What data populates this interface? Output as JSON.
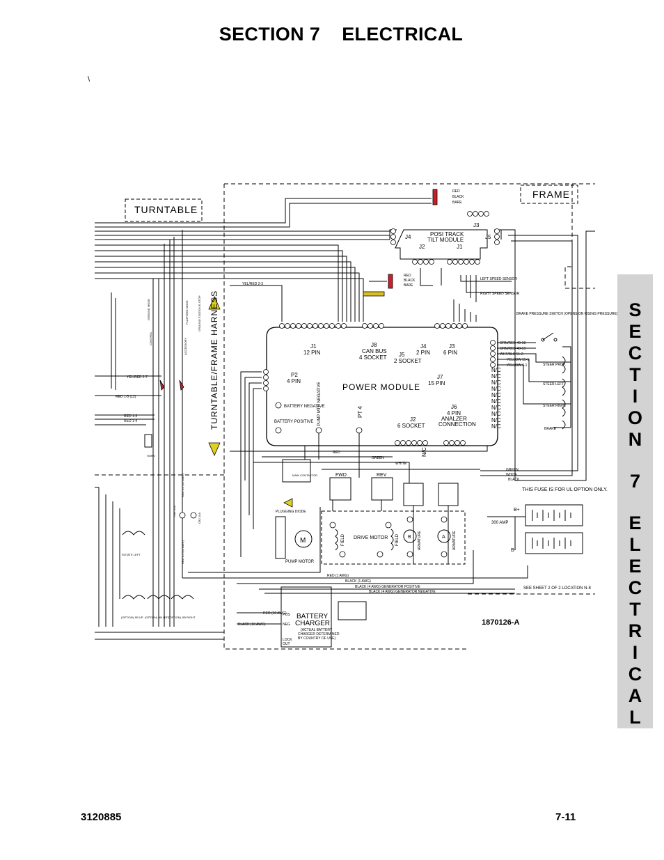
{
  "header": {
    "title": "SECTION 7    ELECTRICAL",
    "stray_mark": "\\"
  },
  "diagram": {
    "drawing_number": "1870126-A",
    "regions": {
      "turntable": "TURNTABLE",
      "frame": "FRAME",
      "harness": "TURNTABLE/FRAME HARNESS"
    },
    "power_module": {
      "title": "POWER MODULE",
      "j1": "J1",
      "j1_desc": "12 PIN",
      "j8": "J8",
      "j8_desc": "CAN BUS",
      "j8_desc2": "4 SOCKET",
      "j5": "J5",
      "j5_desc": "2 SOCKET",
      "j4": "J4",
      "j4_desc": "2 PIN",
      "j3": "J3",
      "j3_desc": "6 PIN",
      "p2": "P2",
      "p2_desc": "4 PIN",
      "j7": "J7",
      "j7_desc": "15 PIN",
      "j6": "J6",
      "j6_desc": "4 PIN",
      "j6_desc2": "ANALZER",
      "j6_desc3": "CONNECTION",
      "j2": "J2",
      "j2_desc": "6 SOCKET",
      "battery_negative": "BATTERY NEGATIVE",
      "battery_positive": "BATTERY POSITIVE",
      "pump_motor_neg": "PUMP MTR NEGATIVE",
      "pt4": "PT 4"
    },
    "tilt_module": {
      "title": "POSI TRACK",
      "subtitle": "TILT MODULE",
      "j1": "J1",
      "j2": "J2",
      "j3": "J3",
      "j4": "J4",
      "j5": "J5"
    },
    "frame_wires": {
      "red": "RED",
      "black": "BLACK",
      "bare": "BARE"
    },
    "sensors": {
      "left": "LEFT SPEED SENSOR",
      "right": "RIGHT SPEED SENSOR",
      "brake": "BRAKE PRESSURE SWITCH (OPENS ON RISING PRESSURE)"
    },
    "j7_wires": [
      "ORN/RED 49-18",
      "ORN/RED 49-19",
      "WHT/BLK 51-2",
      "YELLOW 55-1",
      "YELLOW 6-1"
    ],
    "nc": "N/C",
    "steer": {
      "prop": "STEER PROP.",
      "left": "STEER LEFT",
      "right": "STEER RIGHT",
      "brake": "BRAKE"
    },
    "motors": {
      "drive": "DRIVE MOTOR",
      "pump": "PUMP MOTOR",
      "field": "FIELD",
      "armature": "ARMATURE",
      "fwd": "FWD",
      "rev": "REV",
      "m": "M",
      "b": "B",
      "a": "A"
    },
    "contactors": {
      "main": "MAIN CONTACTOR",
      "plugging": "PLUGGING DIODE"
    },
    "fuse": {
      "note": "THIS FUSE IS FOR UL OPTION ONLY.",
      "amp": "300 AMP",
      "b_plus": "B+",
      "b_minus": "B-"
    },
    "wires_bottom": {
      "red1": "RED (1 AWG)",
      "black1": "BLACK (1 AWG)",
      "black4pos": "BLACK (4 AWG) GENERATOR POSITIVE",
      "black4neg": "BLACK (4 AWG) GENERATOR NEGATIVE",
      "see_sheet": "SEE SHEET 2 OF 2 LOCATION N-8",
      "green": "GREEN",
      "white": "WHITE",
      "black": "BLACK",
      "red": "RED"
    },
    "charger": {
      "title": "BATTERY",
      "title2": "CHARGER",
      "note1": "(ACTUAL BATTERY",
      "note2": "CHARGER DETERMINED",
      "note3": "BY COUNTRY OF USE)",
      "pos": "POS",
      "neg": "NEG",
      "lock": "LOCK",
      "out": "OUT",
      "red_wire": "RED (10 AWG)",
      "black_wire": "BLACK (10 AWG)"
    },
    "turntable_side": {
      "yel_red_23": "YEL/RED 2-3",
      "yel_red_27": "YEL/RED 2-7",
      "red_15": "RED 1-5 (12)",
      "red_13": "RED 1-3",
      "red_14": "RED 1-4",
      "horn": "HORN",
      "rotate_left": "ROTATE LEFT",
      "jib_up": "(OPTION) JIB UP",
      "jib_left": "(OPTION) JIB LEFT",
      "jib_right": "(OPTION) JIB RIGHT",
      "ground_mode": "GROUND MODE",
      "platform_mode": "PLATFORM MODE",
      "control_e": "CONTROL",
      "accessory": "ACCESSORY",
      "ground_station": "GROUND STATION E-STOP",
      "cb1": "CB1 15A",
      "cb2": "CB2 15A",
      "red1_2": "RED 1-2 (12 AWG)",
      "red1_1": "RED 1-1 (12 AWG)"
    }
  },
  "side_tab": [
    "S",
    "E",
    "C",
    "T",
    "I",
    "O",
    "N",
    "",
    "7",
    "",
    "E",
    "L",
    "E",
    "C",
    "T",
    "R",
    "I",
    "C",
    "A",
    "L"
  ],
  "footer": {
    "left": "3120885",
    "right": "7-11"
  }
}
